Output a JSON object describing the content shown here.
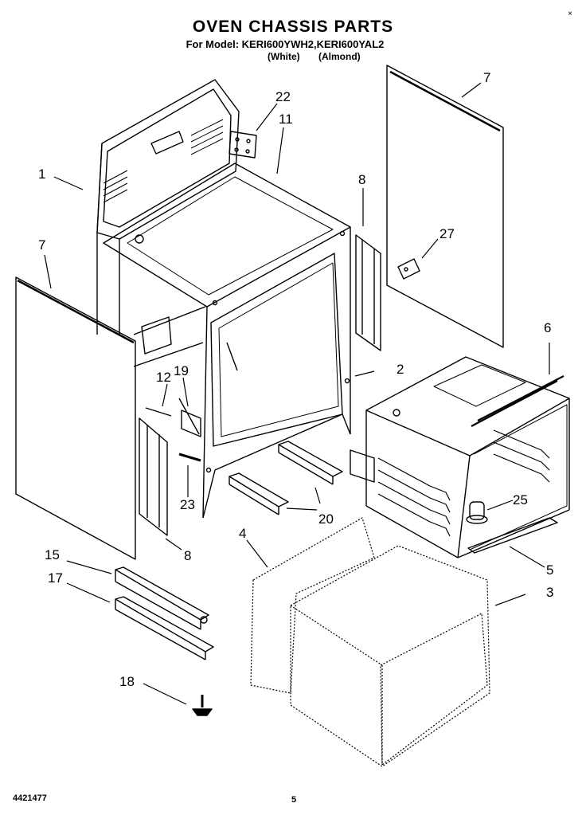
{
  "header": {
    "title": "OVEN CHASSIS PARTS",
    "model_line": "For Model: KERI600YWH2,KERI600YAL2",
    "variant_white": "(White)",
    "variant_almond": "(Almond)"
  },
  "callouts": [
    "1",
    "2",
    "3",
    "4",
    "5",
    "6",
    "7",
    "7",
    "8",
    "8",
    "11",
    "12",
    "15",
    "17",
    "18",
    "19",
    "20",
    "22",
    "23",
    "25",
    "27"
  ],
  "footer": {
    "doc_number": "4421477",
    "page_number": "5"
  },
  "corner_mark": "×"
}
